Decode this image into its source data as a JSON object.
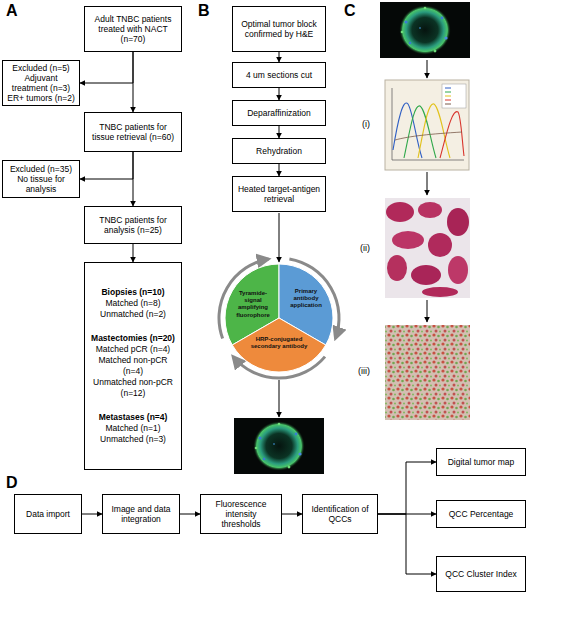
{
  "diagram": {
    "nodes": [
      {
        "text": [
          "Adult TNBC patients treated with NACT (n=70)"
        ]
      },
      {
        "text": [
          "Excluded (n=5)",
          "Adjuvant treatment (n=3)",
          "ER+ tumors (n=2)"
        ]
      },
      {
        "text": [
          "TNBC patients for tissue retrieval (n=60)"
        ]
      },
      {
        "text": [
          "Excluded (n=35)",
          "No tissue for analysis"
        ]
      },
      {
        "text": [
          "TNBC patients for analysis (n=25)"
        ]
      },
      {
        "text": [
          "Biopsies (n=10)",
          "Matched (n=8)",
          "Unmatched (n=2)",
          "Mastectomies (n=20)",
          "Matched pCR (n=4)",
          "Matched non-pCR (n=4)",
          "Unmatched non-pCR (n=12)",
          "Metastases (n=4)",
          "Matched (n=1)",
          "Unmatched (n=3)"
        ]
      },
      {
        "text": [
          "Optimal tumor block confirmed by H&E"
        ]
      },
      {
        "text": [
          "4 um sections cut"
        ]
      },
      {
        "text": [
          "Deparaffinization"
        ]
      },
      {
        "text": [
          "Rehydration"
        ]
      },
      {
        "text": [
          "Heated target-antigen retrieval"
        ]
      },
      {
        "text": [
          "Tyramide-signal amplifying fluorophore"
        ]
      },
      {
        "text": [
          "Primary antibody application"
        ]
      },
      {
        "text": [
          "HRP-conjugated secondary antibody"
        ]
      },
      {
        "text": [
          "Data import"
        ]
      },
      {
        "text": [
          "Image and data integration"
        ]
      },
      {
        "text": [
          "Fluorescence intensity thresholds"
        ]
      },
      {
        "text": [
          "Identification of QCCs"
        ]
      },
      {
        "text": [
          "Digital tumor map"
        ]
      },
      {
        "text": [
          "QCC Percentage"
        ]
      },
      {
        "text": [
          "QCC Cluster Index"
        ]
      }
    ],
    "edges": [
      {
        "from": 0,
        "to": 2,
        "arrow": "to"
      },
      {
        "from": 0,
        "to": 1,
        "arrow": "to"
      },
      {
        "from": 2,
        "to": 4,
        "arrow": "to"
      },
      {
        "from": 2,
        "to": 3,
        "arrow": "to"
      },
      {
        "from": 4,
        "to": 5,
        "arrow": "to"
      },
      {
        "from": 6,
        "to": 7,
        "arrow": "to"
      },
      {
        "from": 7,
        "to": 8,
        "arrow": "to"
      },
      {
        "from": 8,
        "to": 9,
        "arrow": "to"
      },
      {
        "from": 9,
        "to": 10,
        "arrow": "to"
      },
      {
        "from": 14,
        "to": 15,
        "arrow": "to"
      },
      {
        "from": 15,
        "to": 16,
        "arrow": "to"
      },
      {
        "from": 16,
        "to": 17,
        "arrow": "to"
      },
      {
        "from": 17,
        "to": 18,
        "arrow": "to"
      },
      {
        "from": 17,
        "to": 19,
        "arrow": "to"
      },
      {
        "from": 17,
        "to": 20,
        "arrow": "to"
      }
    ],
    "labels": [
      "A",
      "B",
      "C",
      "D",
      "(i)",
      "(ii)",
      "(iii)"
    ]
  }
}
